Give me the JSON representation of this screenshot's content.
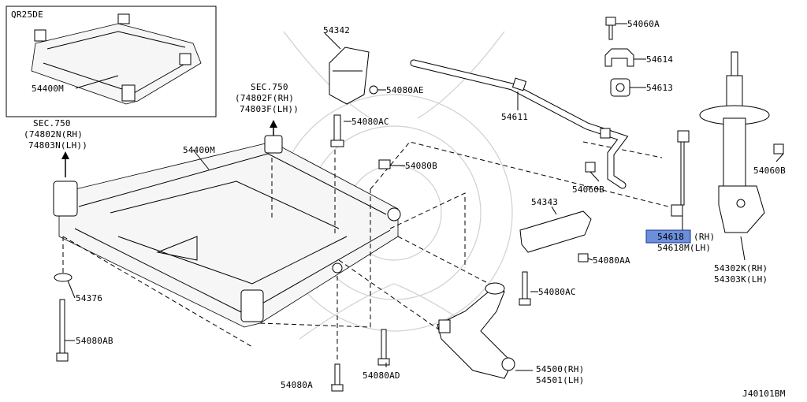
{
  "diagram": {
    "inset_title": "QR25DE",
    "drawing_code": "J40101BM",
    "highlight_color": "#6c8fdc",
    "labels": {
      "inset_frame": "54400M",
      "frame": "54400M",
      "sec_left": [
        "SEC.750",
        "(74802N(RH)",
        "74803N(LH))"
      ],
      "sec_mid": [
        "SEC.750",
        "(74802F(RH)",
        "74803F(LH))"
      ],
      "p54342": "54342",
      "p54080AE": "54080AE",
      "p54080AC_top": "54080AC",
      "p54080B_mid": "54080B",
      "p54611": "54611",
      "p54060A": "54060A",
      "p54614": "54614",
      "p54613": "54613",
      "p54060B_left": "54060B",
      "p54060B_right": "54060B",
      "p54343": "54343",
      "p54618": "54618",
      "p54618_rh": "(RH)",
      "p54618M": "54618M(LH)",
      "p54080AA": "54080AA",
      "p54080AC_bottom": "54080AC",
      "p54376": "54376",
      "p54080AB": "54080AB",
      "p54080AD": "54080AD",
      "p54080A": "54080A",
      "p54500": "54500(RH)",
      "p54501": "54501(LH)",
      "p54302K": "54302K(RH)",
      "p54303K": "54303K(LH)"
    }
  }
}
